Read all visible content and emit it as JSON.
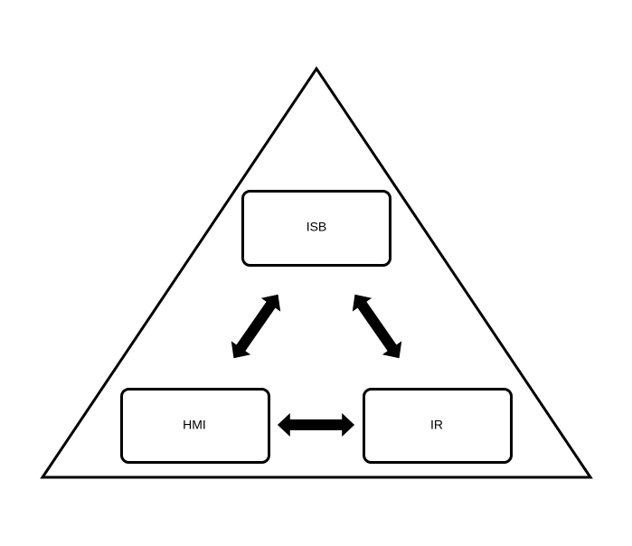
{
  "diagram": {
    "nodes": [
      {
        "id": "isb",
        "label": "ISB"
      },
      {
        "id": "hmi",
        "label": "HMI"
      },
      {
        "id": "ir",
        "label": "IR"
      }
    ],
    "edges": [
      {
        "from": "isb",
        "to": "hmi",
        "type": "bidirectional"
      },
      {
        "from": "isb",
        "to": "ir",
        "type": "bidirectional"
      },
      {
        "from": "hmi",
        "to": "ir",
        "type": "bidirectional"
      }
    ],
    "colors": {
      "stroke": "#000000",
      "fill": "#ffffff"
    }
  }
}
